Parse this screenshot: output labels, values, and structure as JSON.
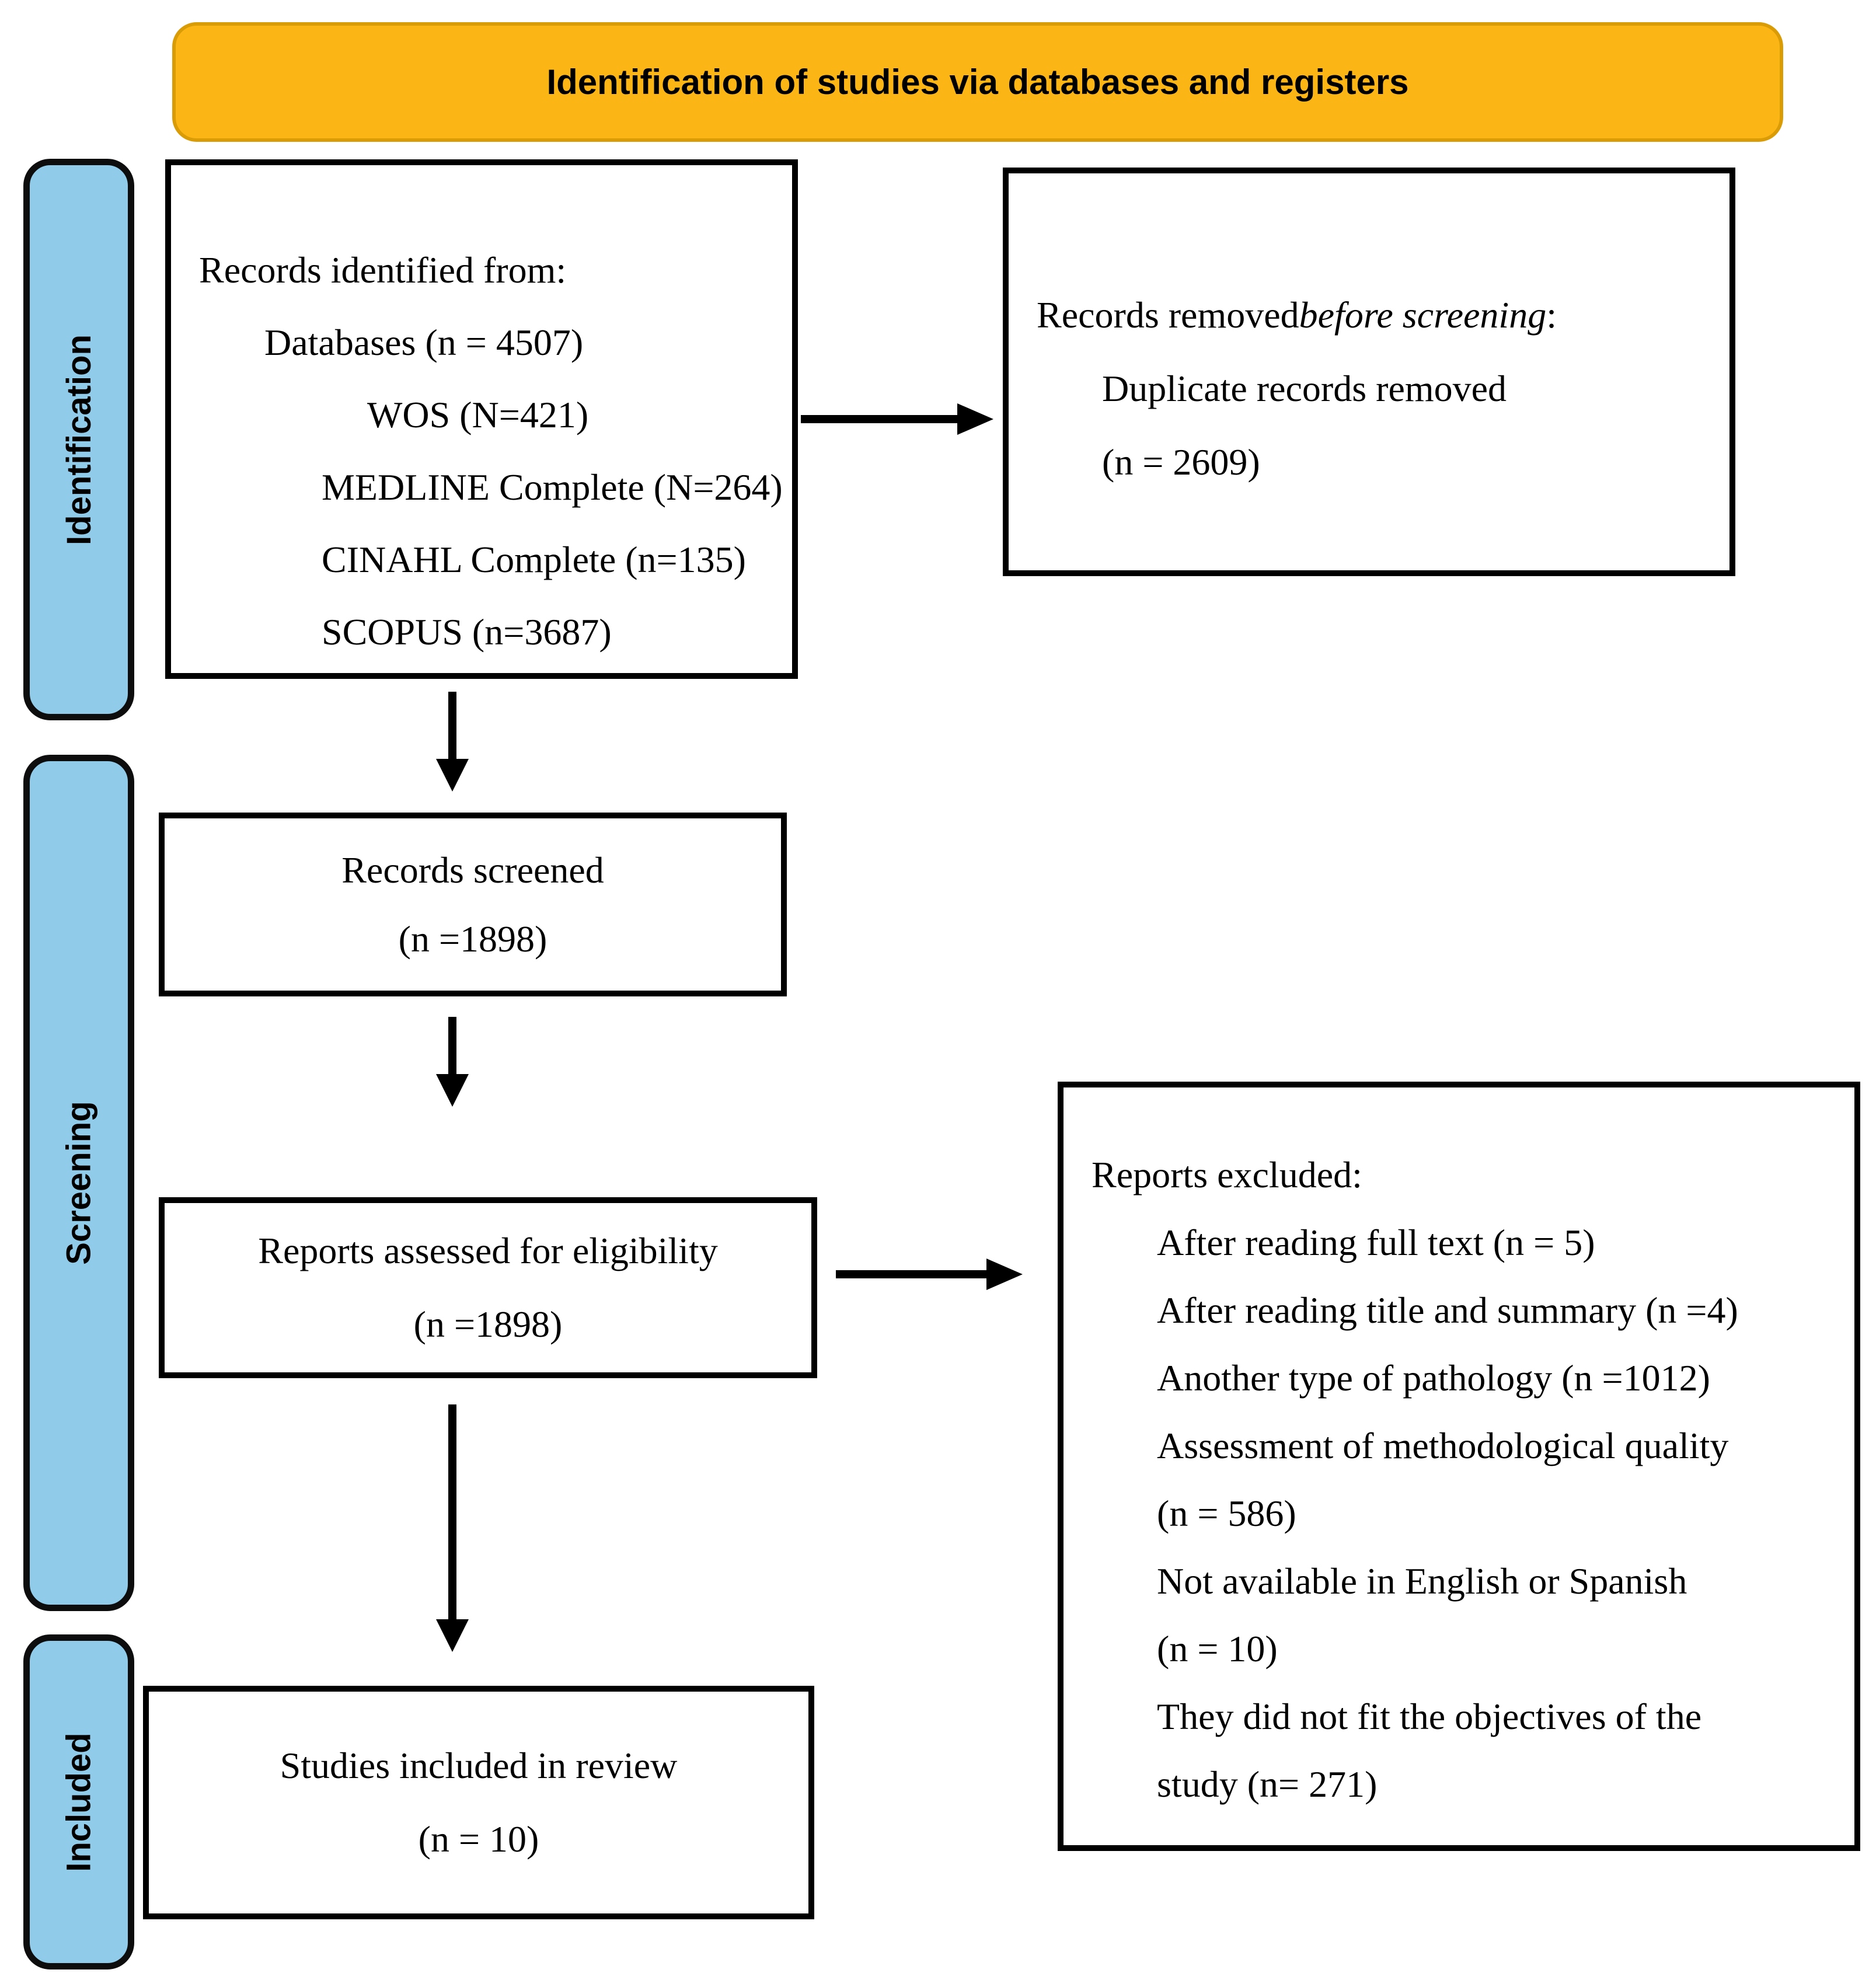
{
  "banner": {
    "label": "Identification of studies via databases and registers"
  },
  "sidebar": [
    {
      "label": "Identification"
    },
    {
      "label": "Screening"
    },
    {
      "label": "Included"
    }
  ],
  "colors": {
    "banner_fill": "#FBB615",
    "banner_border": "#D99B06",
    "sidebar_fill": "#90CBEA",
    "box_border": "#000000",
    "arrow": "#000000"
  },
  "boxes": {
    "identified": {
      "lines": [
        {
          "indent": 0,
          "segments": [
            {
              "text": "Records identified from:"
            }
          ]
        },
        {
          "indent": 1,
          "segments": [
            {
              "text": "Databases (n = 4507)"
            }
          ]
        },
        {
          "indent": 3,
          "segments": [
            {
              "text": "WOS (N=421)"
            }
          ]
        },
        {
          "indent": 2,
          "segments": [
            {
              "text": "MEDLINE Complete (N=264)"
            }
          ]
        },
        {
          "indent": 2,
          "segments": [
            {
              "text": "CINAHL Complete (n=135)"
            }
          ]
        },
        {
          "indent": 2,
          "segments": [
            {
              "text": "SCOPUS (n=3687)"
            }
          ]
        }
      ]
    },
    "removed": {
      "lines": [
        {
          "indent": 0,
          "segments": [
            {
              "text": "Records removed "
            },
            {
              "text": "before screening",
              "italic": true
            },
            {
              "text": ":"
            }
          ]
        },
        {
          "indent": 1,
          "segments": [
            {
              "text": "Duplicate records removed"
            }
          ]
        },
        {
          "indent": 1,
          "segments": [
            {
              "text": "(n = 2609)"
            }
          ]
        }
      ]
    },
    "screened": {
      "lines": [
        {
          "indent": 0,
          "segments": [
            {
              "text": "Records screened"
            }
          ]
        },
        {
          "indent": 0,
          "segments": [
            {
              "text": "(n =1898)"
            }
          ]
        }
      ]
    },
    "assessed": {
      "lines": [
        {
          "indent": 0,
          "segments": [
            {
              "text": "Reports assessed for eligibility"
            }
          ]
        },
        {
          "indent": 0,
          "segments": [
            {
              "text": "(n =1898)"
            }
          ]
        }
      ]
    },
    "excluded": {
      "lines": [
        {
          "indent": 0,
          "segments": [
            {
              "text": "Reports excluded:"
            }
          ]
        },
        {
          "indent": 1,
          "segments": [
            {
              "text": "After reading full text (n = 5)"
            }
          ]
        },
        {
          "indent": 1,
          "segments": [
            {
              "text": "After reading title and summary (n =4)"
            }
          ]
        },
        {
          "indent": 1,
          "segments": [
            {
              "text": "Another type of pathology (n =1012)"
            }
          ]
        },
        {
          "indent": 1,
          "segments": [
            {
              "text": "Assessment of methodological quality"
            }
          ]
        },
        {
          "indent": 1,
          "segments": [
            {
              "text": "(n = 586)"
            }
          ]
        },
        {
          "indent": 1,
          "segments": [
            {
              "text": "Not available in English or Spanish"
            }
          ]
        },
        {
          "indent": 1,
          "segments": [
            {
              "text": "(n = 10)"
            }
          ]
        },
        {
          "indent": 1,
          "segments": [
            {
              "text": "They did not fit the objectives of the"
            }
          ]
        },
        {
          "indent": 1,
          "segments": [
            {
              "text": "study (n= 271)"
            }
          ]
        }
      ]
    },
    "included": {
      "lines": [
        {
          "indent": 0,
          "segments": [
            {
              "text": "Studies included in review"
            }
          ]
        },
        {
          "indent": 0,
          "segments": [
            {
              "text": "(n = 10)"
            }
          ]
        }
      ]
    }
  }
}
